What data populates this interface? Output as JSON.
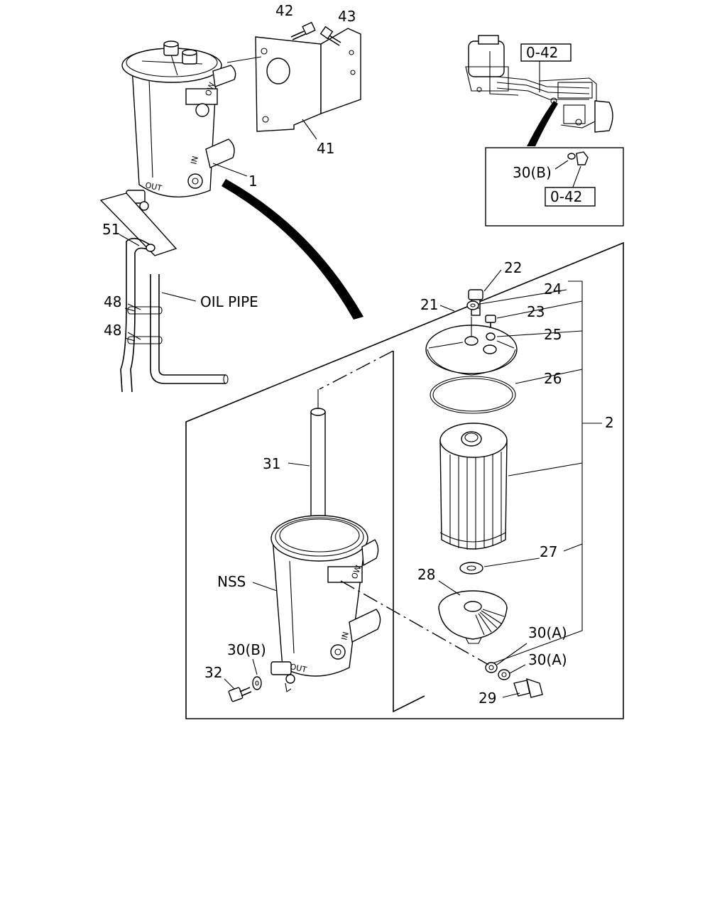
{
  "labels": {
    "p42": "42",
    "p43": "43",
    "p41": "41",
    "p1": "1",
    "p51": "51",
    "p48a": "48",
    "p48b": "48",
    "oil_pipe": "OIL PIPE",
    "ref_top": "0-42",
    "p30b_inset": "30(B)",
    "ref_inset": "0-42",
    "p22": "22",
    "p24": "24",
    "p21": "21",
    "p23": "23",
    "p25": "25",
    "p26": "26",
    "p2": "2",
    "p31": "31",
    "p27": "27",
    "p28": "28",
    "nss": "NSS",
    "p30a_1": "30(A)",
    "p30a_2": "30(A)",
    "p30b": "30(B)",
    "p32": "32",
    "p29": "29"
  },
  "stamps": {
    "in_top": "IN",
    "out_top": "OUT",
    "ow_top": "OW",
    "in_bot": "IN",
    "out_bot": "OUT",
    "ow_bot": "OW"
  }
}
